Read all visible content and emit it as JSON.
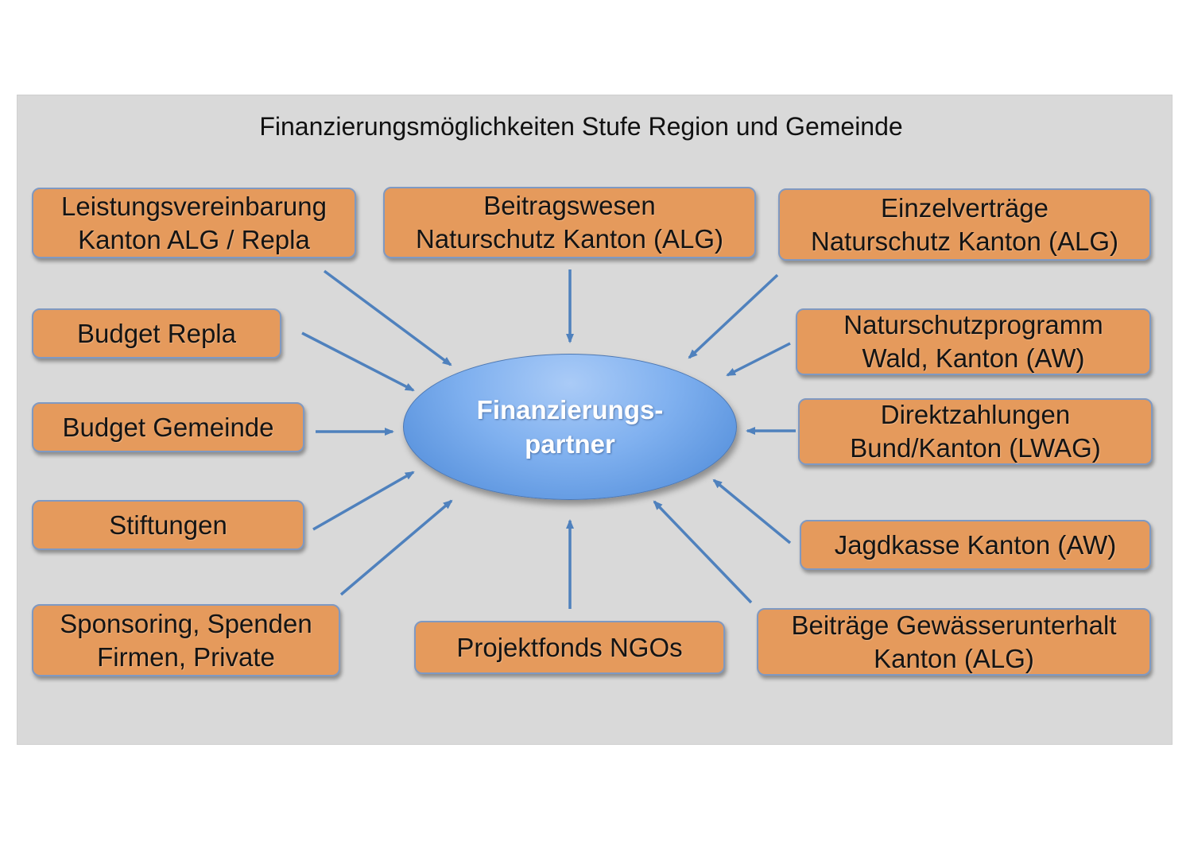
{
  "title": "Finanzierungsmöglichkeiten Stufe Region und Gemeinde",
  "hub": {
    "line1": "Finanzierungs-",
    "line2": "partner"
  },
  "sources": {
    "leistungsvereinbarung": {
      "line1": "Leistungsvereinbarung",
      "line2": "Kanton ALG / Repla"
    },
    "beitragswesen": {
      "line1": "Beitragswesen",
      "line2": "Naturschutz Kanton (ALG)"
    },
    "einzelvertraege": {
      "line1": "Einzelverträge",
      "line2": "Naturschutz Kanton (ALG)"
    },
    "budget_repla": {
      "line1": "Budget Repla"
    },
    "naturschutzprogramm": {
      "line1": "Naturschutzprogramm",
      "line2": "Wald, Kanton (AW)"
    },
    "budget_gemeinde": {
      "line1": "Budget Gemeinde"
    },
    "direktzahlungen": {
      "line1": "Direktzahlungen",
      "line2": "Bund/Kanton (LWAG)"
    },
    "stiftungen": {
      "line1": "Stiftungen"
    },
    "jagdkasse": {
      "line1": "Jagdkasse Kanton (AW)"
    },
    "sponsoring": {
      "line1": "Sponsoring, Spenden",
      "line2": "Firmen, Private"
    },
    "projektfonds": {
      "line1": "Projektfonds NGOs"
    },
    "gewaesserunterhalt": {
      "line1": "Beiträge Gewässerunterhalt",
      "line2": "Kanton (ALG)"
    }
  },
  "colors": {
    "box_fill": "#e59a5c",
    "box_border": "#7f99c2",
    "arrow": "#4f81bd",
    "hub": "#7fb0ef",
    "panel": "#d9d9d9"
  }
}
